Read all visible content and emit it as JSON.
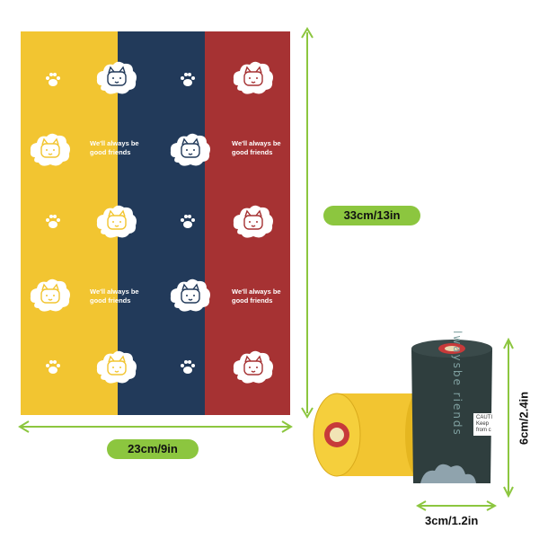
{
  "sheet": {
    "colors": {
      "yellow": "#f2c531",
      "navy": "#223a5a",
      "red": "#a63233"
    },
    "slogan": "We'll always be\ngood friends",
    "motifs": [
      "cat-face-cloud-icon",
      "paw-print-icon"
    ]
  },
  "dimensions": {
    "height_label": "33cm/13in",
    "width_label": "23cm/9in",
    "roll_height_label": "6cm/2.4in",
    "roll_width_label": "3cm/1.2in"
  },
  "roll": {
    "print_text": "lwaysbe\nriends",
    "caution_text": "CAUTI\nKeep\nfrom c",
    "colors": {
      "yellow": "#f2c531",
      "dark": "#2f3e3e",
      "core": "#c73a3a"
    }
  },
  "accent": "#8cc63f"
}
